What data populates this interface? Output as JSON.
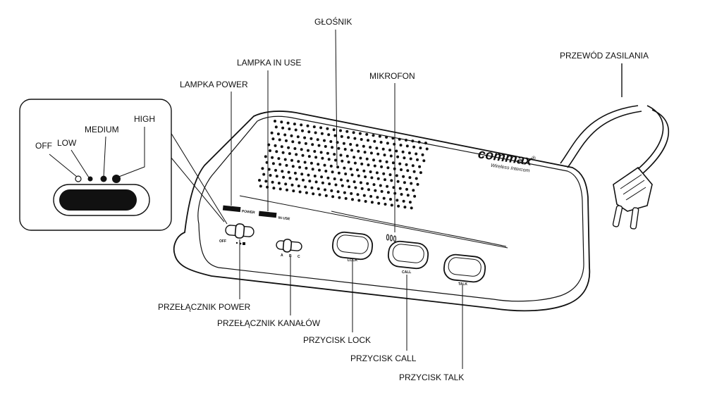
{
  "labels": {
    "speaker": "GŁOŚNIK",
    "in_use_lamp": "LAMPKA IN USE",
    "power_lamp": "LAMPKA POWER",
    "microphone": "MIKROFON",
    "power_cord": "PRZEWÓD ZASILANIA",
    "power_switch": "PRZEŁĄCZNIK POWER",
    "channel_switch": "PRZEŁĄCZNIK KANAŁÓW",
    "lock_button": "PRZYCISK LOCK",
    "call_button": "PRZYCISK CALL",
    "talk_button": "PRZYCISK TALK"
  },
  "inset": {
    "off": "OFF",
    "low": "LOW",
    "medium": "MEDIUM",
    "high": "HIGH"
  },
  "device": {
    "brand": "commax",
    "brand_mark": "®",
    "subtitle": "Wireless Intercom",
    "power_lamp_text": "POWER",
    "in_use_lamp_text": "IN USE",
    "power_switch_text": "OFF",
    "channel_a": "A",
    "channel_b": "B",
    "channel_c": "C",
    "lock": "LOCK",
    "call": "CALL",
    "talk": "TALK"
  }
}
